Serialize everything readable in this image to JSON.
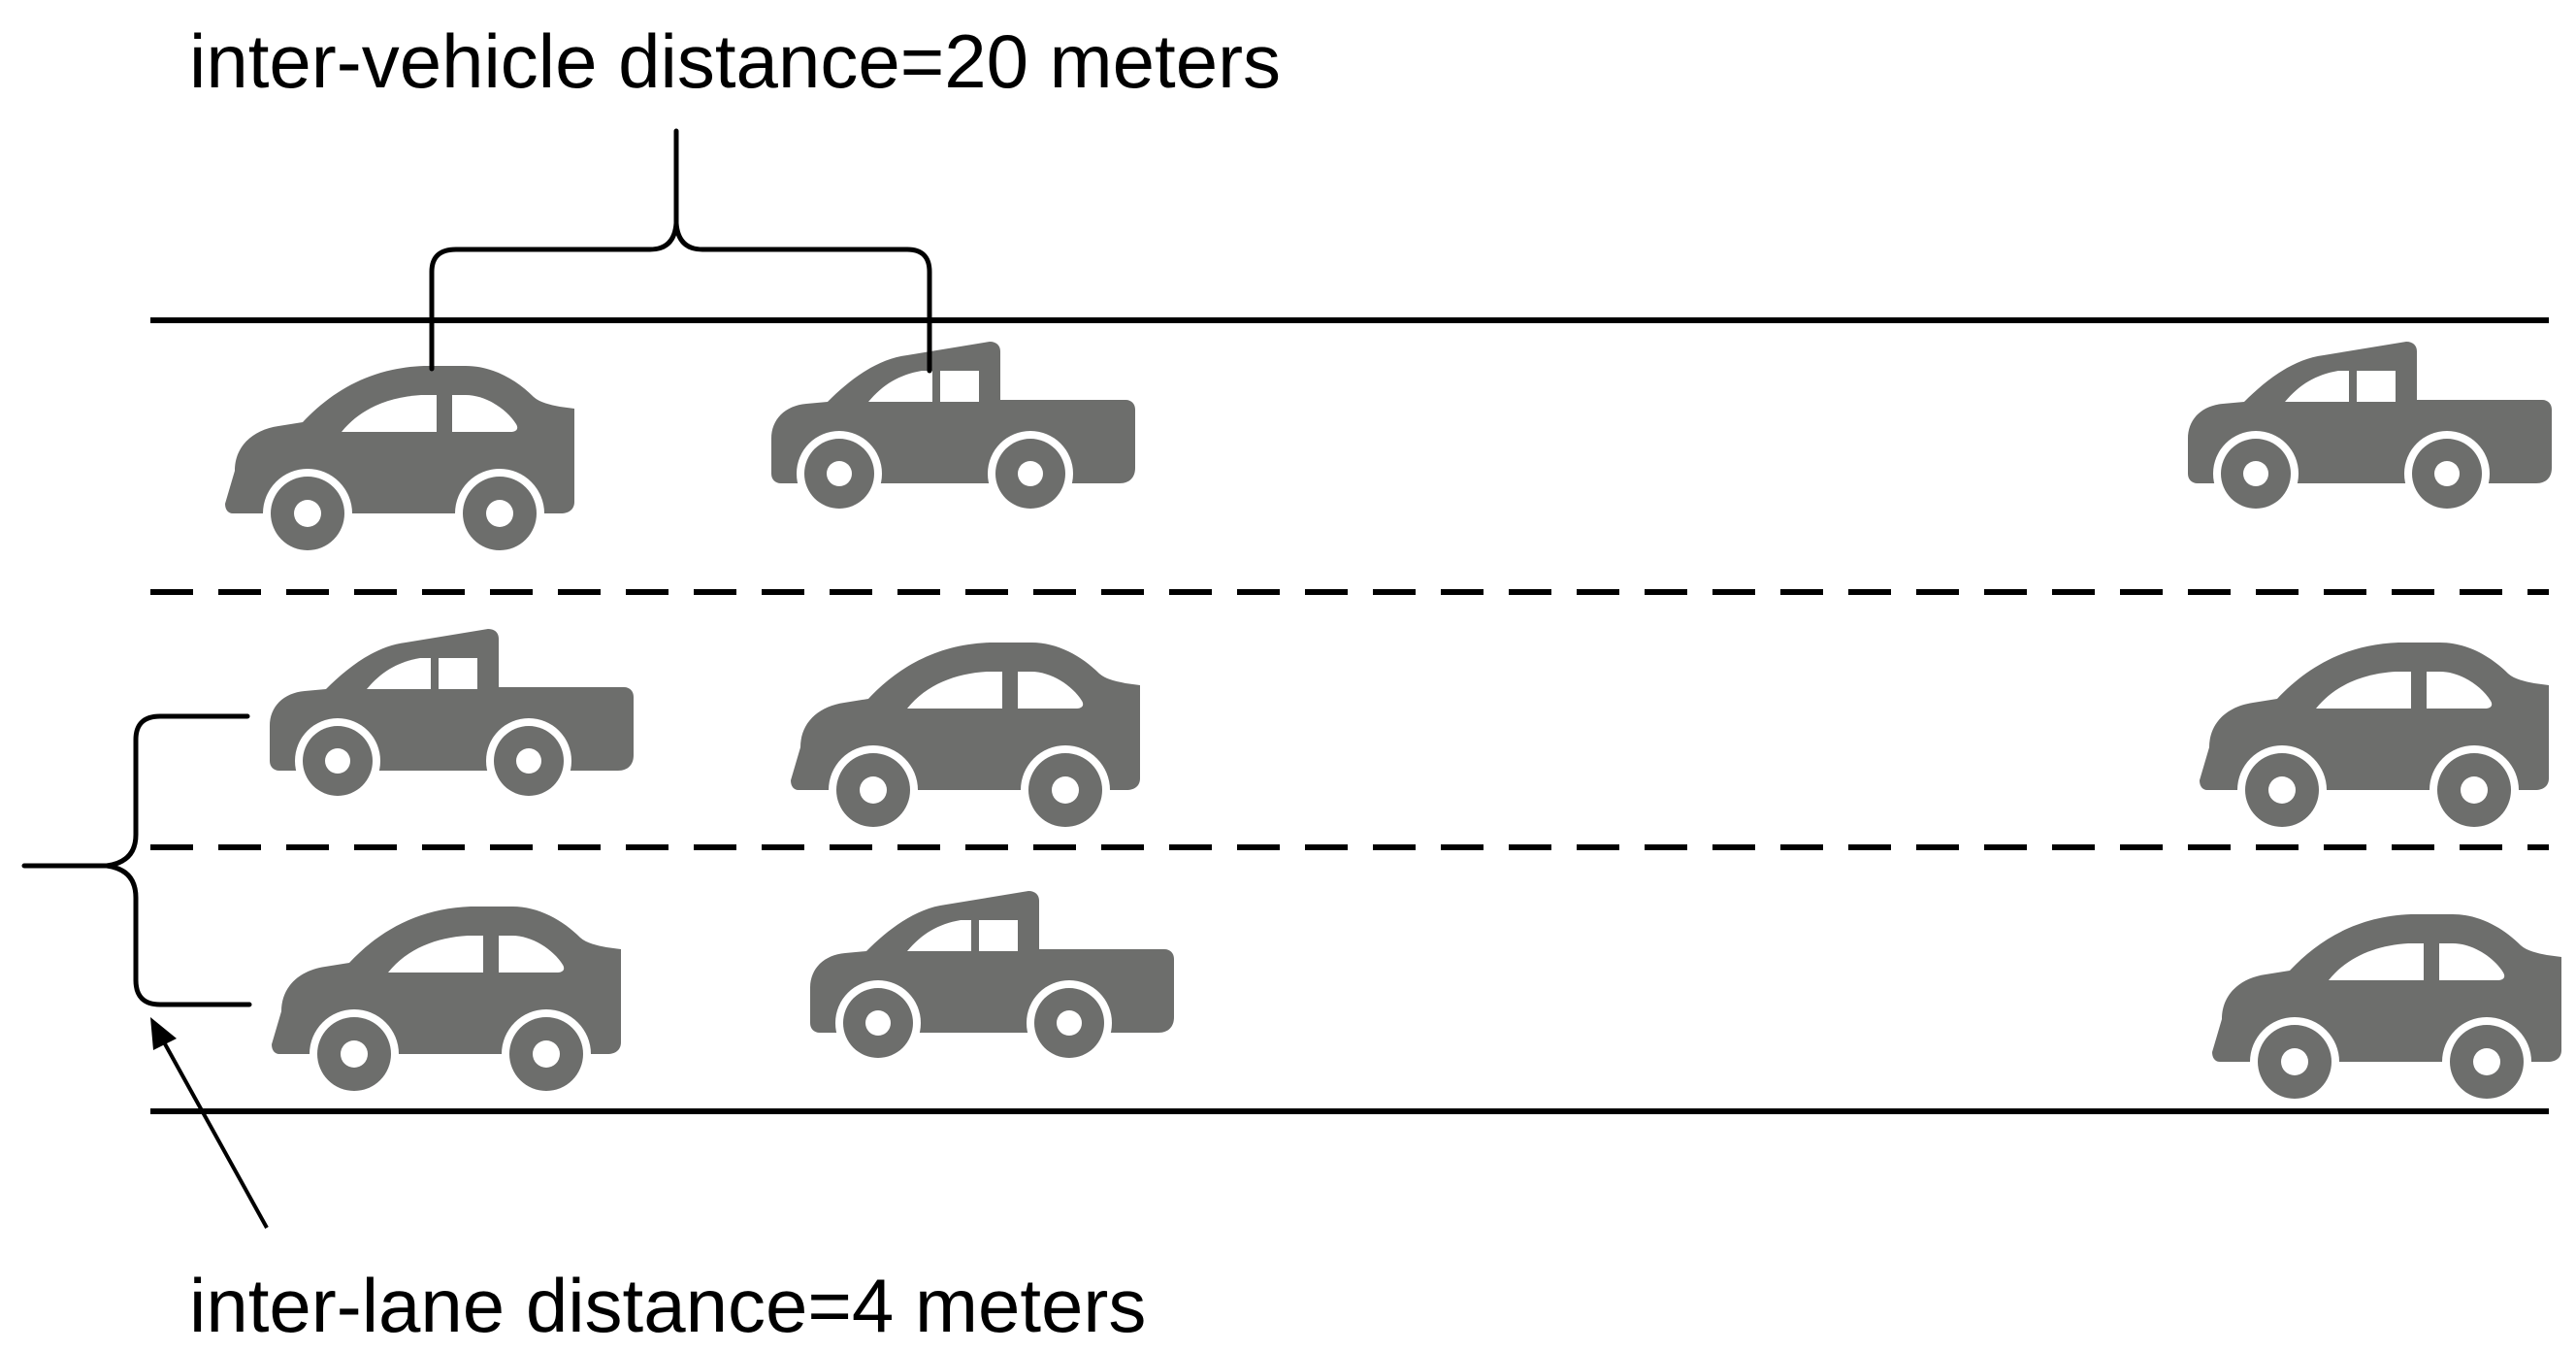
{
  "labels": {
    "inter_vehicle": "inter-vehicle distance=20 meters",
    "inter_lane": "inter-lane distance=4 meters"
  },
  "colors": {
    "vehicle": "#6d6e6c",
    "line": "#000000",
    "background": "#ffffff"
  },
  "lanes": [
    {
      "vehicles": [
        "sedan",
        "pickup",
        "pickup"
      ]
    },
    {
      "vehicles": [
        "pickup",
        "sedan",
        "sedan"
      ]
    },
    {
      "vehicles": [
        "sedan",
        "pickup",
        "sedan"
      ]
    }
  ]
}
